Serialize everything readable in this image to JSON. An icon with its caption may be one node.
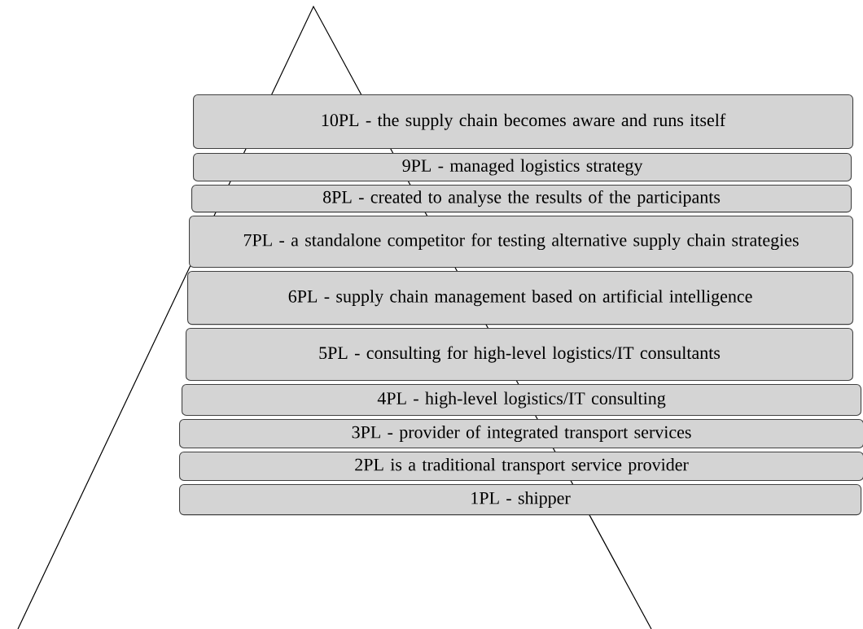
{
  "diagram": {
    "nodes": [
      {
        "text": [
          "10PL - the supply chain becomes aware and runs itself"
        ]
      },
      {
        "text": [
          "9PL - managed logistics strategy"
        ]
      },
      {
        "text": [
          "8PL - created to analyse the results of the participants"
        ]
      },
      {
        "text": [
          "7PL - a standalone competitor for testing alternative supply chain strategies"
        ]
      },
      {
        "text": [
          "6PL - supply chain management based on artificial intelligence"
        ]
      },
      {
        "text": [
          "5PL - consulting for high-level logistics/IT consultants"
        ]
      },
      {
        "text": [
          "4PL - high-level logistics/IT consulting"
        ]
      },
      {
        "text": [
          "3PL - provider of integrated transport services"
        ]
      },
      {
        "text": [
          "2PL is a traditional transport service provider"
        ]
      },
      {
        "text": [
          "1PL - shipper"
        ]
      }
    ]
  }
}
